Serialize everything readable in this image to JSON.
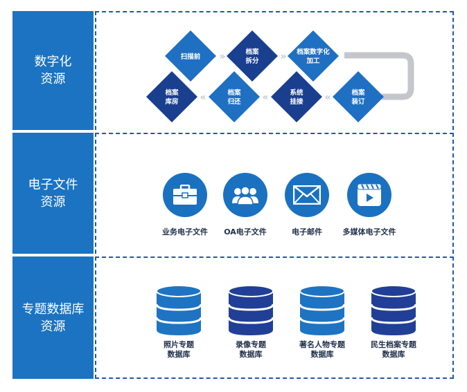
{
  "sections": [
    {
      "label_lines": [
        "数字化",
        "资源"
      ]
    },
    {
      "label_lines": [
        "电子文件",
        "资源"
      ]
    },
    {
      "label_lines": [
        "专题数据库",
        "资源"
      ]
    }
  ],
  "process": {
    "top_row": [
      {
        "lines": [
          "扫描前"
        ]
      },
      {
        "lines": [
          "档案",
          "拆分"
        ]
      },
      {
        "lines": [
          "档案数字化",
          "加工"
        ]
      }
    ],
    "bottom_row": [
      {
        "lines": [
          "档案",
          "装订"
        ]
      },
      {
        "lines": [
          "系统",
          "挂接"
        ]
      },
      {
        "lines": [
          "档案",
          "归还"
        ]
      },
      {
        "lines": [
          "档案",
          "库房"
        ]
      }
    ]
  },
  "files": [
    {
      "label": "业务电子文件",
      "icon": "briefcase-icon"
    },
    {
      "label": "OA电子文件",
      "icon": "users-icon"
    },
    {
      "label": "电子邮件",
      "icon": "envelope-icon"
    },
    {
      "label": "多媒体电子文件",
      "icon": "video-icon"
    }
  ],
  "databases": [
    {
      "lines": [
        "照片专题",
        "数据库"
      ]
    },
    {
      "lines": [
        "录像专题",
        "数据库"
      ]
    },
    {
      "lines": [
        "著名人物专题",
        "数据库"
      ]
    },
    {
      "lines": [
        "民生档案专题",
        "数据库"
      ]
    }
  ],
  "colors": {
    "label_bg": "#1b73c2",
    "diamond_light": "#1f6fc2",
    "diamond_dark": "#1a3f8f",
    "arrow_gray": "#c4c6cb",
    "border": "#1f58a8"
  }
}
